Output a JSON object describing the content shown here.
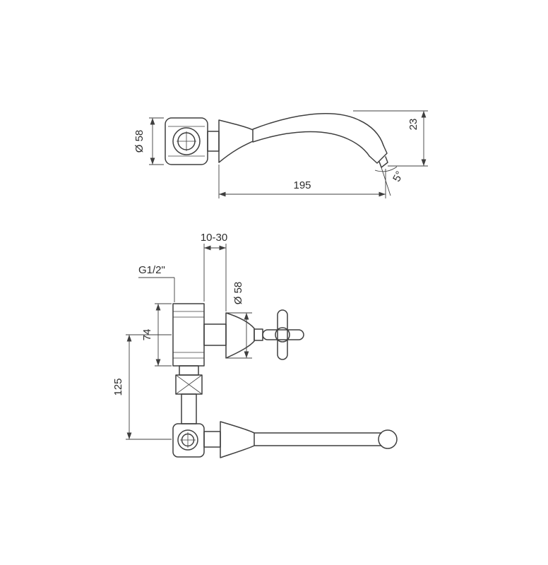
{
  "drawing": {
    "background": "#ffffff",
    "line_color": "#3f3f3f",
    "side_view": {
      "labels": {
        "flange_diameter": "Ø 58",
        "outlet_drop": "23",
        "spout_reach": "195",
        "outlet_angle": "5°"
      }
    },
    "plan_view": {
      "labels": {
        "wall_adjustment": "10-30",
        "thread_size": "G1/2\"",
        "escutcheon_diameter": "Ø 58",
        "body_height": "74",
        "axis_distance": "125"
      }
    }
  }
}
